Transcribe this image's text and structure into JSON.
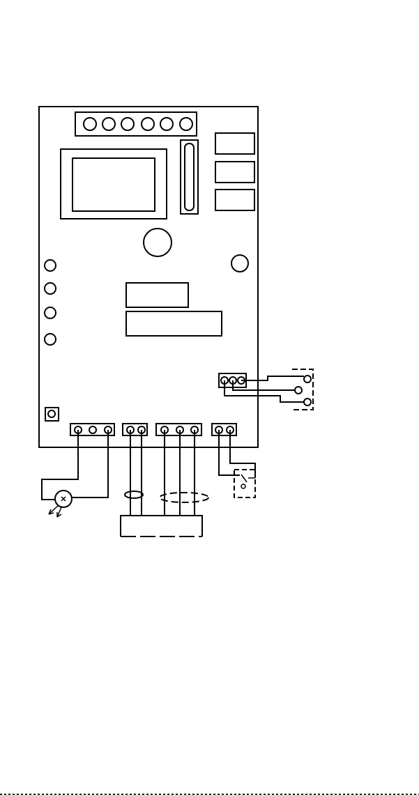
{
  "diagram": {
    "type": "wiring-diagram",
    "labels": [],
    "colors": {
      "line": "#000000",
      "background": "#ffffff"
    },
    "components": {
      "top_connector_screws": 6,
      "relays": 3,
      "indicator_leds": 4,
      "bottom_terminal_blocks": [
        3,
        2,
        3,
        2
      ],
      "side_terminal_block": 3
    }
  }
}
